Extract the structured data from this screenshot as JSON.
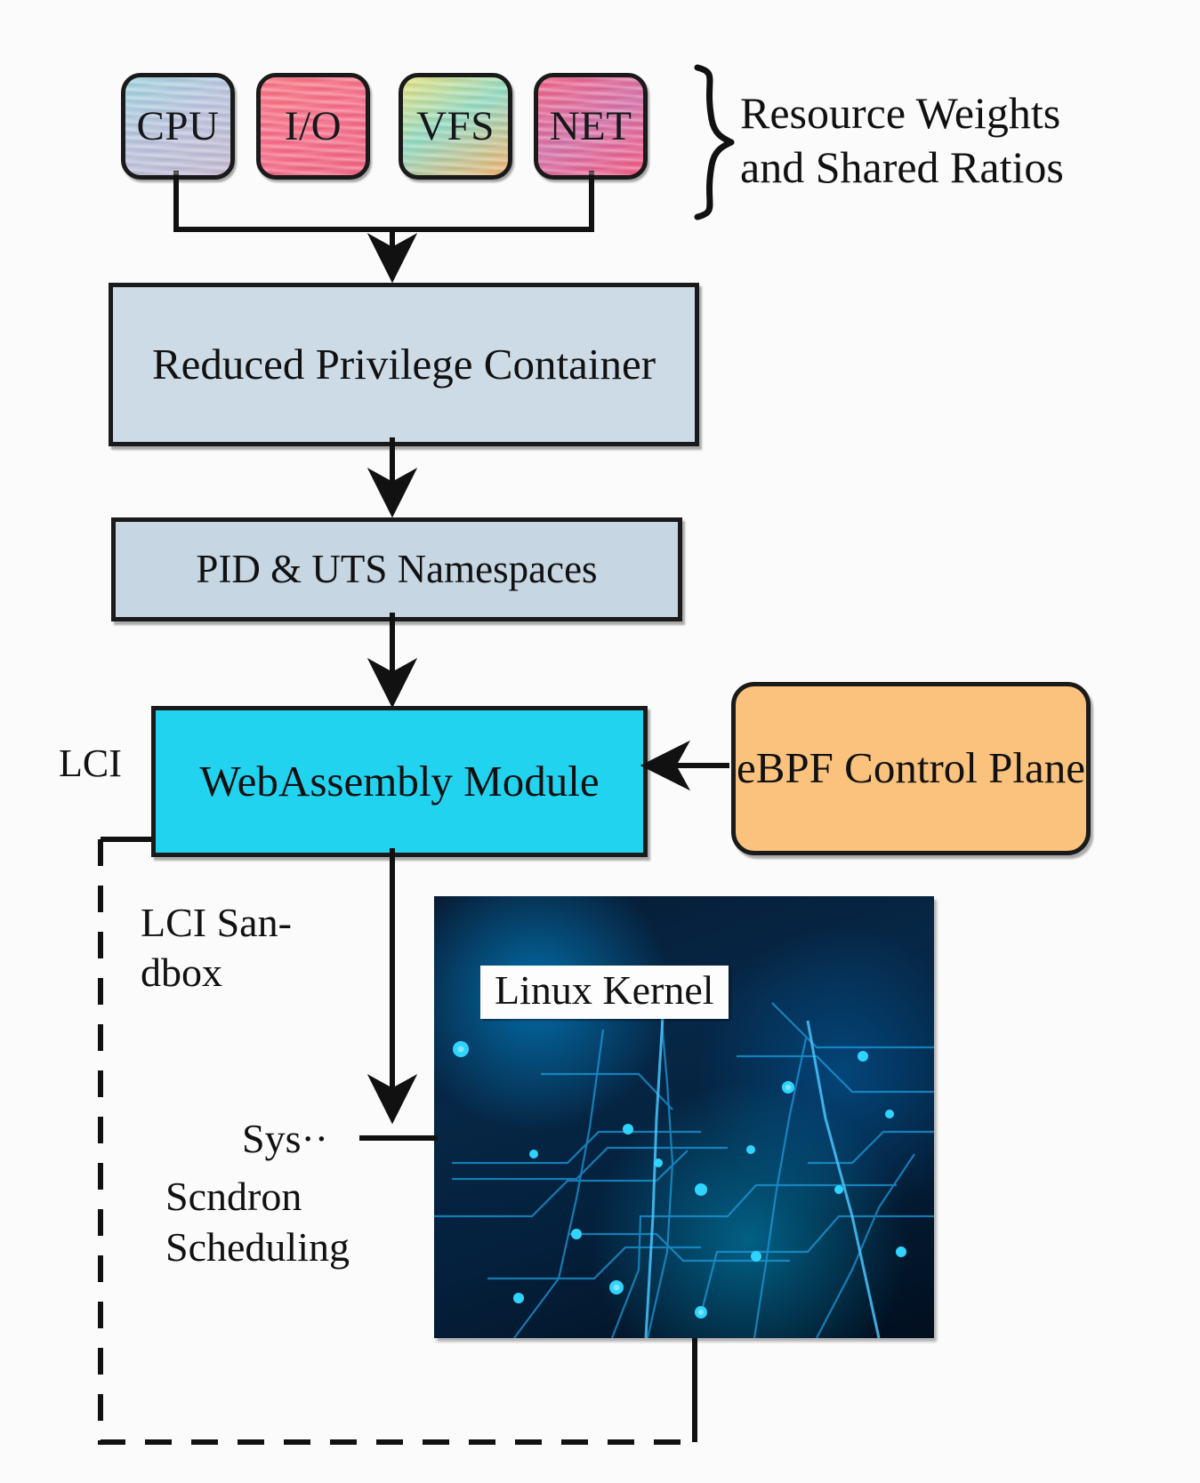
{
  "diagram": {
    "title_note": "LCI architecture diagram",
    "resource_chips": [
      {
        "id": "cpu",
        "label": "CPU",
        "color": "#b4c9dd"
      },
      {
        "id": "io",
        "label": "I/O",
        "color": "#f76a82"
      },
      {
        "id": "vfs",
        "label": "VFS",
        "color": "#a8d8a8"
      },
      {
        "id": "net",
        "label": "NET",
        "color": "#ef5f84"
      }
    ],
    "brace_label": "Resource Weights\nand Shared Ratios",
    "boxes": {
      "reduced_privilege": {
        "label": "Reduced Privilege\nContainer",
        "color": "#cddbe6"
      },
      "namespaces": {
        "label": "PID & UTS Namespaces",
        "color": "#c6d6e2"
      },
      "wasm": {
        "label": "WebAssembly\nModule",
        "color": "#22d3ef"
      },
      "ebpf": {
        "label": "eBPF\nControl Plane",
        "color": "#fac27c"
      },
      "kernel": {
        "label": "Linux Kernel",
        "color": "#062746"
      }
    },
    "labels": {
      "lci": "LCI",
      "lci_sandbox": "LCI San-\ndbox",
      "syscall": "Sys··",
      "scndron_scheduling": "Scndron\nScheduling"
    }
  }
}
